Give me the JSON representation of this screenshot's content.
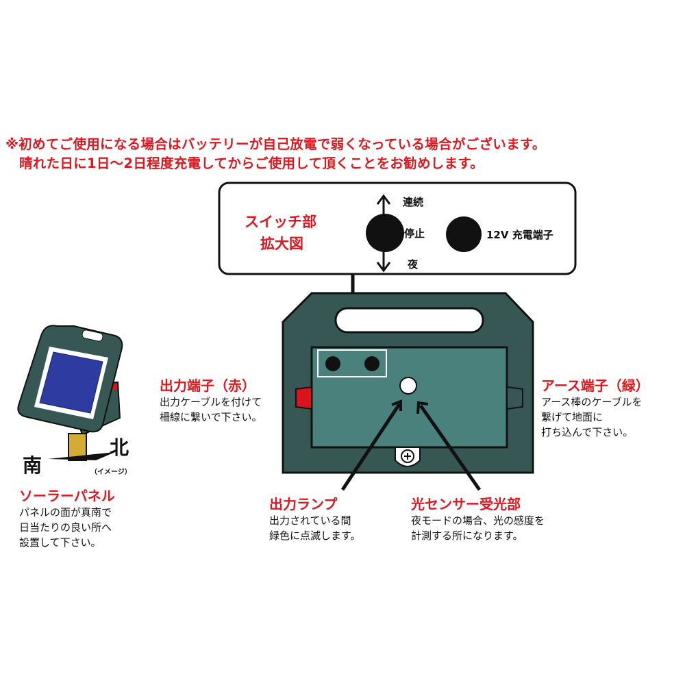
{
  "notice": {
    "line1": "※初めてご使用になる場合はバッテリーが自己放電で弱くなっている場合がございます。",
    "line2": "晴れた日に1日〜2日程度充電してからご使用して頂くことをお勧めします。"
  },
  "switch_callout": {
    "title_line1": "スイッチ部",
    "title_line2": "拡大図",
    "pos_up": "連続",
    "pos_mid": "停止",
    "pos_down": "夜",
    "charge_port": "12V 充電端子"
  },
  "output_terminal": {
    "title": "出力端子（赤）",
    "lines": [
      "出力ケーブルを付けて",
      "柵線に繋いで下さい。"
    ]
  },
  "earth_terminal": {
    "title": "アース端子（緑）",
    "lines": [
      "アース棒のケーブルを",
      "繋げて地面に",
      "打ち込んで下さい。"
    ]
  },
  "output_lamp": {
    "title": "出力ランプ",
    "lines": [
      "出力されている間",
      "緑色に点滅します。"
    ]
  },
  "light_sensor": {
    "title": "光センサー受光部",
    "lines": [
      "夜モードの場合、光の感度を",
      "計測する所になります。"
    ]
  },
  "solar_panel": {
    "title": "ソーラーパネル",
    "lines": [
      "パネルの面が真南で",
      "日当たりの良い所へ",
      "設置して下さい。"
    ],
    "south": "南",
    "north": "北",
    "image_note": "（イメージ）"
  },
  "colors": {
    "red": "#e0161e",
    "body": "#375755",
    "panel": "#4a817d"
  }
}
